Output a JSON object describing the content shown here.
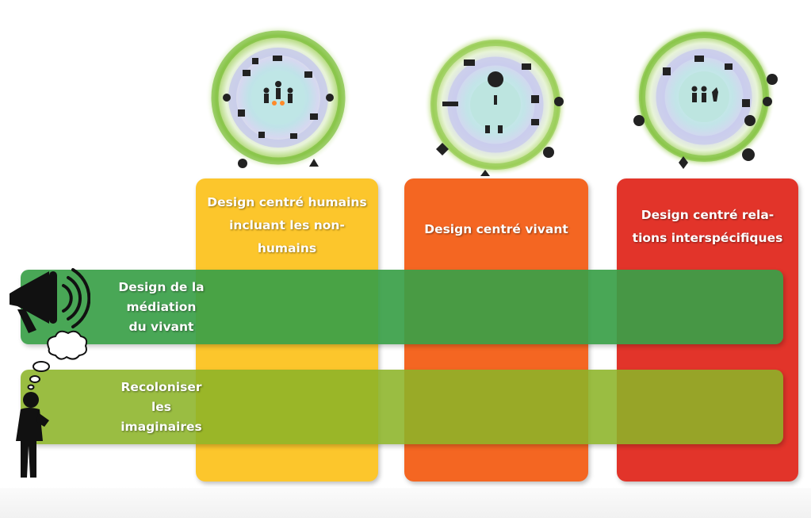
{
  "columns": [
    {
      "title": "Design centré humains\nincluant les non-humains",
      "color": "#fcc62c"
    },
    {
      "title": "Design centré vivant",
      "color": "#f46622"
    },
    {
      "title": "Design centré rela-\ntions interspécifiques",
      "color": "#e2342a"
    }
  ],
  "rows": [
    {
      "title": "Design de la\nmédiation\ndu vivant",
      "icon": "megaphone-icon",
      "color": "#3aa048"
    },
    {
      "title": "Recoloniser\nles\nimaginaires",
      "icon": "thinking-person-icon",
      "color": "#8cb428"
    }
  ],
  "circles": [
    {
      "icon": "ecosystem-circle-human-icon"
    },
    {
      "icon": "ecosystem-circle-living-icon"
    },
    {
      "icon": "ecosystem-circle-interspecies-icon"
    }
  ]
}
